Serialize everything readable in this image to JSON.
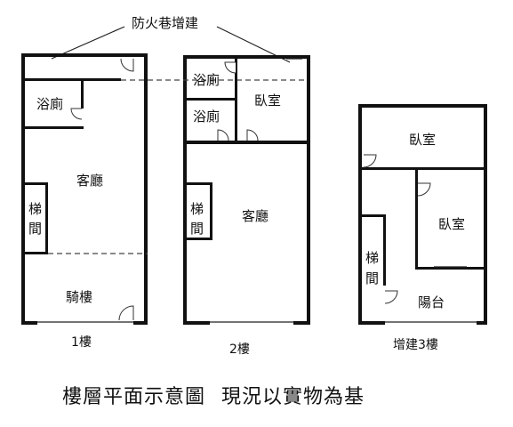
{
  "annotation": "防火巷增建",
  "floors": [
    {
      "label": "1樓",
      "rooms": {
        "bath": "浴廁",
        "living": "客廳",
        "stair": "梯間",
        "arcade": "騎樓"
      }
    },
    {
      "label": "2樓",
      "rooms": {
        "bath_top": "浴廁",
        "bath_bottom": "浴廁",
        "bedroom": "臥室",
        "living": "客廳",
        "stair": "梯間"
      }
    },
    {
      "label": "增建3樓",
      "rooms": {
        "bedroom_top": "臥室",
        "bedroom_right": "臥室",
        "stair": "梯間",
        "balcony": "陽台"
      }
    }
  ],
  "caption": {
    "title": "樓層平面示意圖",
    "note": "現況以實物為基"
  }
}
